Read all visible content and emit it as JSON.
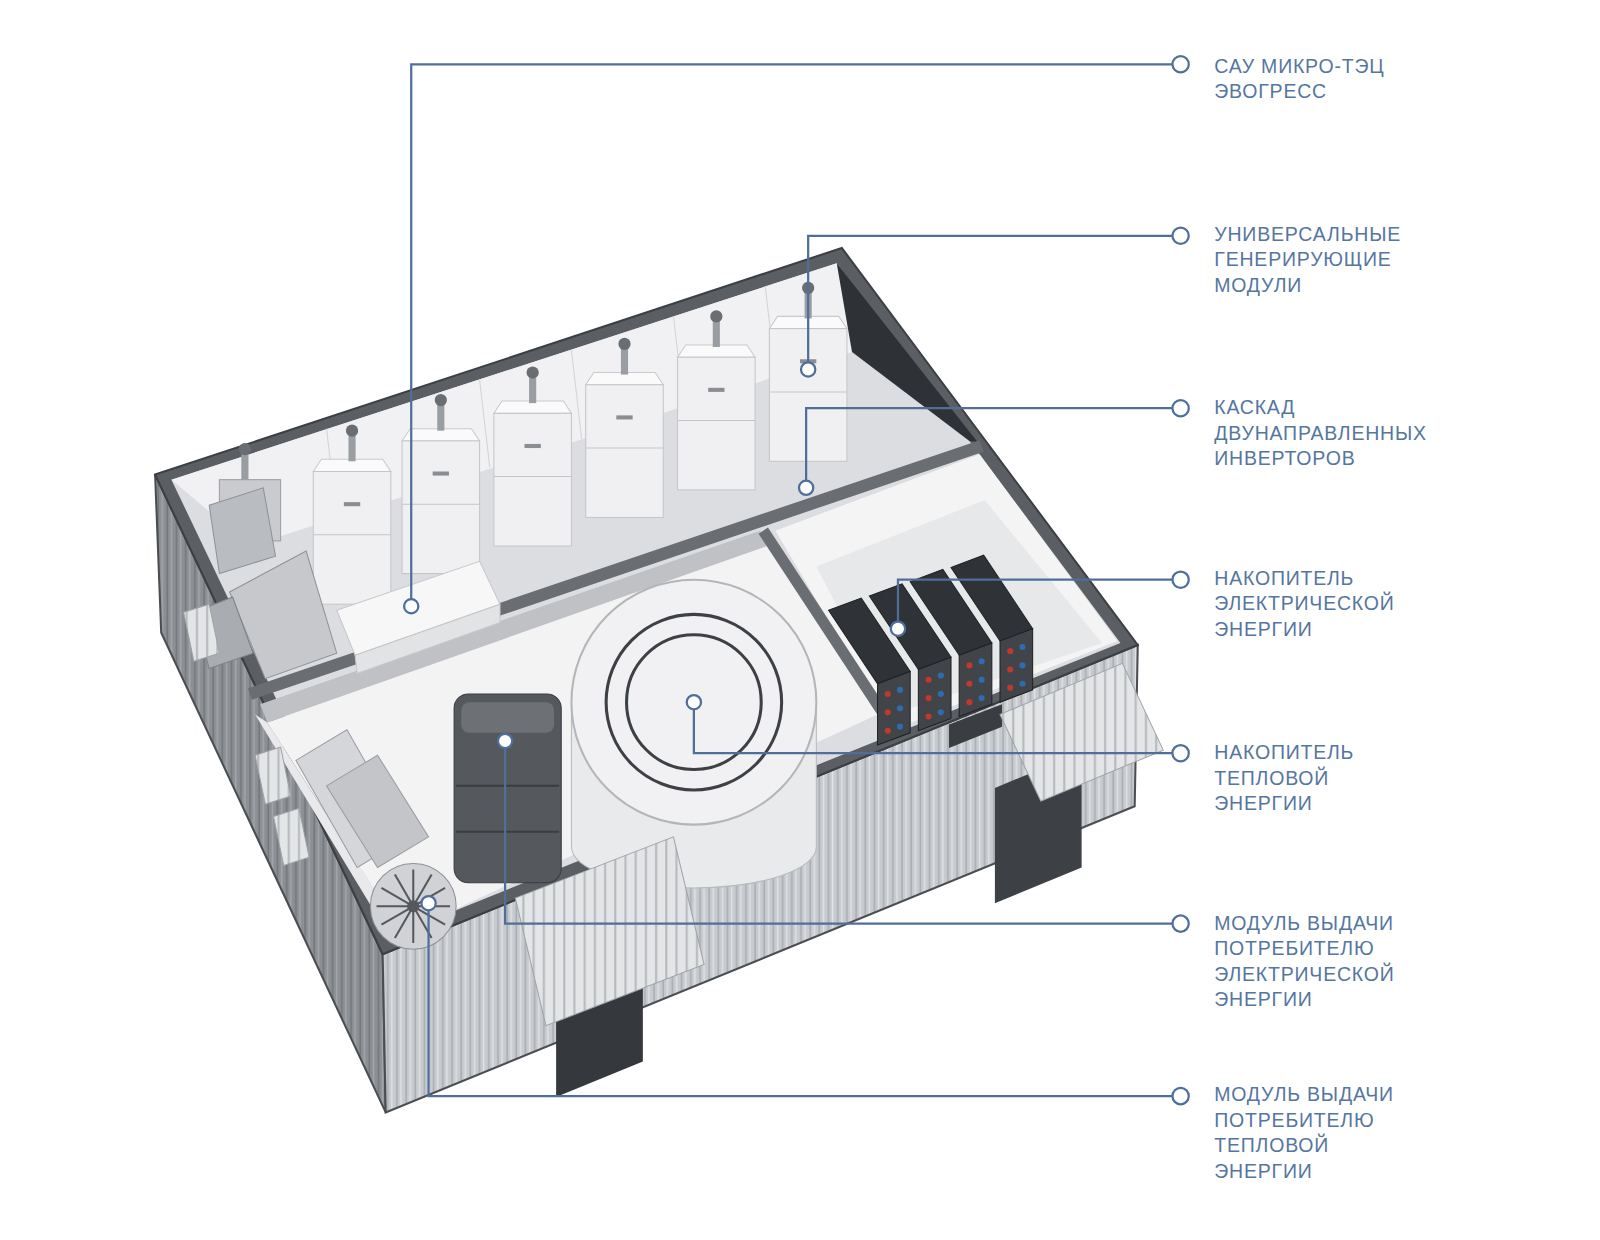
{
  "diagram": {
    "labels": [
      "САУ МИКРО-ТЭЦ ЭВОГРЕСС",
      "УНИВЕРСАЛЬНЫЕ ГЕНЕРИРУЮЩИЕ МОДУЛИ",
      "КАСКАД ДВУНАПРАВЛЕННЫХ ИНВЕРТОРОВ",
      "НАКОПИТЕЛЬ ЭЛЕКТРИЧЕСКОЙ ЭНЕРГИИ",
      "НАКОПИТЕЛЬ ТЕПЛОВОЙ ЭНЕРГИИ",
      "МОДУЛЬ ВЫДАЧИ ПОТРЕБИТЕЛЮ ЭЛЕКТРИЧЕСКОЙ ЭНЕРГИИ",
      "МОДУЛЬ ВЫДАЧИ ПОТРЕБИТЕЛЮ ТЕПЛОВОЙ ЭНЕРГИИ"
    ]
  }
}
